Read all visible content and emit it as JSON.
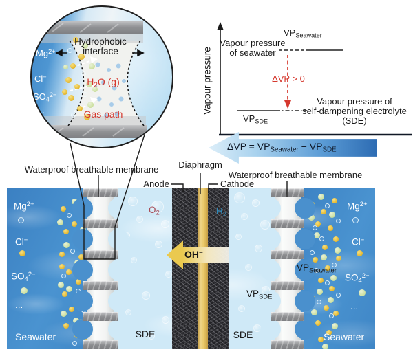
{
  "inset": {
    "hydrophobic": {
      "line1": "Hydrophobic",
      "line2": "interface"
    },
    "h2o_gas": [
      {
        "t": "H"
      },
      {
        "sub": "2"
      },
      {
        "t": "O (g)"
      }
    ],
    "gas_path": "Gas path",
    "ions": {
      "mg": [
        {
          "t": "Mg"
        },
        {
          "sup": "2+"
        }
      ],
      "cl": [
        {
          "t": "Cl"
        },
        {
          "sup": "−"
        }
      ],
      "so4": [
        {
          "t": "SO"
        },
        {
          "sub": "4"
        },
        {
          "sup": "2−"
        }
      ],
      "more": "..."
    }
  },
  "graph": {
    "y_axis_label": "Vapour pressure",
    "vp_seawater": [
      {
        "t": "VP"
      },
      {
        "sub": "Seawater"
      }
    ],
    "seawater_desc": {
      "line1": "Vapour pressure",
      "line2": "of seawater"
    },
    "delta_note": "ΔVP > 0",
    "vp_sde": [
      {
        "t": "VP"
      },
      {
        "sub": "SDE"
      }
    ],
    "sde_desc": {
      "line1": "Vapour pressure of",
      "line2": "self-dampening electrolyte",
      "line3": "(SDE)"
    },
    "formula": [
      {
        "t": "ΔVP = VP"
      },
      {
        "sub": "Seawater"
      },
      {
        "t": " − VP"
      },
      {
        "sub": "SDE"
      }
    ]
  },
  "cell": {
    "membrane_label_left": "Waterproof breathable membrane",
    "membrane_label_right": "Waterproof breathable membrane",
    "diaphragm_label": "Diaphragm",
    "anode_label": "Anode",
    "cathode_label": "Cathode",
    "o2": [
      {
        "t": "O"
      },
      {
        "sub": "2"
      }
    ],
    "h2": [
      {
        "t": "H"
      },
      {
        "sub": "2"
      }
    ],
    "oh": [
      {
        "t": "OH"
      },
      {
        "sup": "−"
      }
    ],
    "vp_seawater": [
      {
        "t": "VP"
      },
      {
        "sub": "Seawater"
      }
    ],
    "vp_sde": [
      {
        "t": "VP"
      },
      {
        "sub": "SDE"
      }
    ],
    "sde_label_left": "SDE",
    "sde_label_right": "SDE",
    "seawater_label_left": "Seawater",
    "seawater_label_right": "Seawater",
    "ions_left": {
      "mg": [
        {
          "t": "Mg"
        },
        {
          "sup": "2+"
        }
      ],
      "cl": [
        {
          "t": "Cl"
        },
        {
          "sup": "−"
        }
      ],
      "so4": [
        {
          "t": "SO"
        },
        {
          "sub": "4"
        },
        {
          "sup": "2−"
        }
      ],
      "more": "..."
    },
    "ions_right": {
      "mg": [
        {
          "t": "Mg"
        },
        {
          "sup": "2+"
        }
      ],
      "cl": [
        {
          "t": "Cl"
        },
        {
          "sup": "−"
        }
      ],
      "so4": [
        {
          "t": "SO"
        },
        {
          "sub": "4"
        },
        {
          "sup": "2−"
        }
      ],
      "more": "..."
    }
  },
  "colors": {
    "seawater": "#4189c9",
    "sde": "#cfe9f7",
    "membrane_bar": "#8b8c8f",
    "diaphragm": "#e7c661",
    "electrode": "#232327",
    "red_accent": "#d5382e",
    "o2_text": "#a84b55",
    "h2_text": "#2e93c9",
    "arrow_dark": "#2d6cb3",
    "arrow_light": "#d9edf9"
  }
}
